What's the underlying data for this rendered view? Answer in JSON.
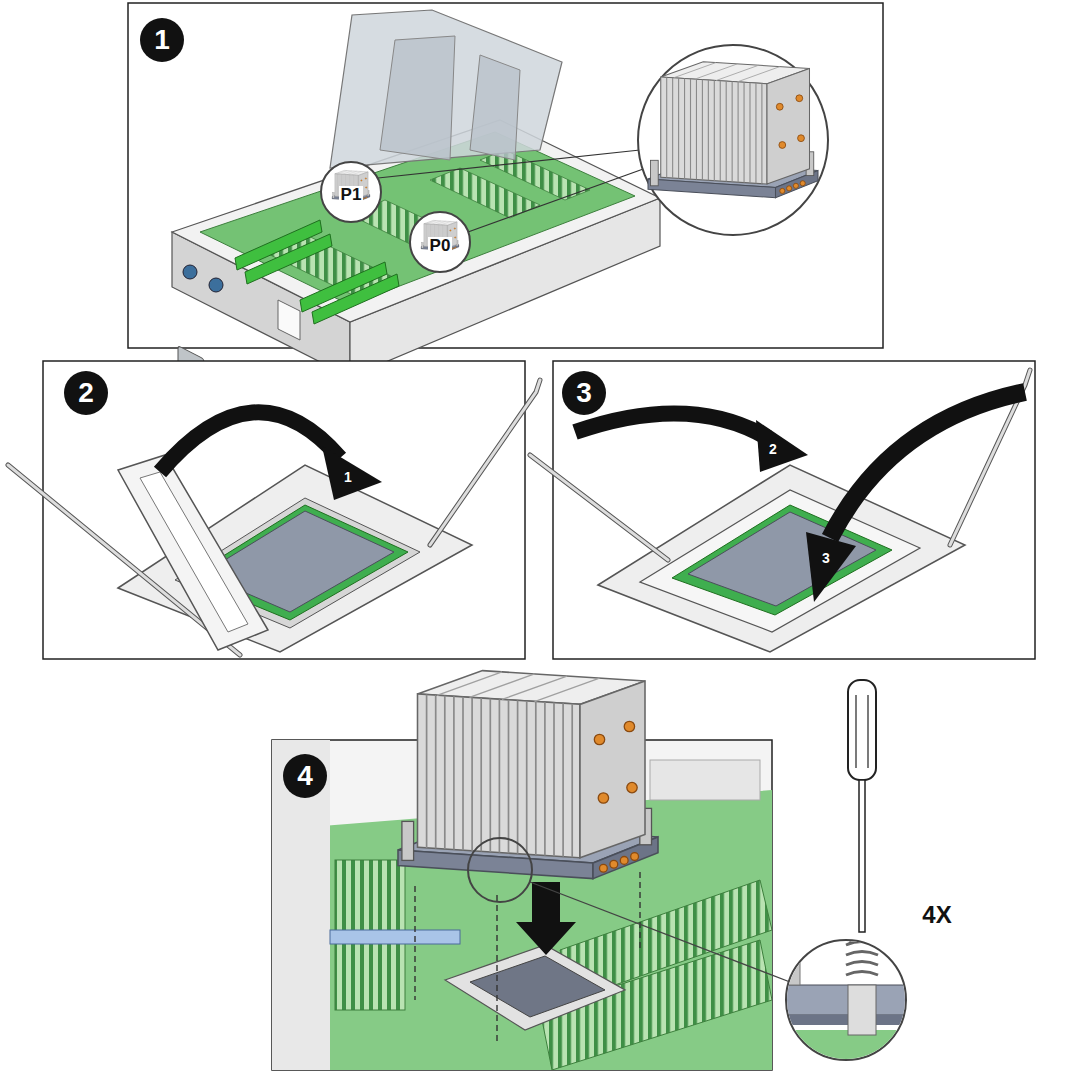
{
  "diagram": {
    "labels": [
      "1",
      "P1",
      "P0",
      "2",
      "1",
      "3",
      "2",
      "3",
      "4",
      "4X"
    ]
  }
}
